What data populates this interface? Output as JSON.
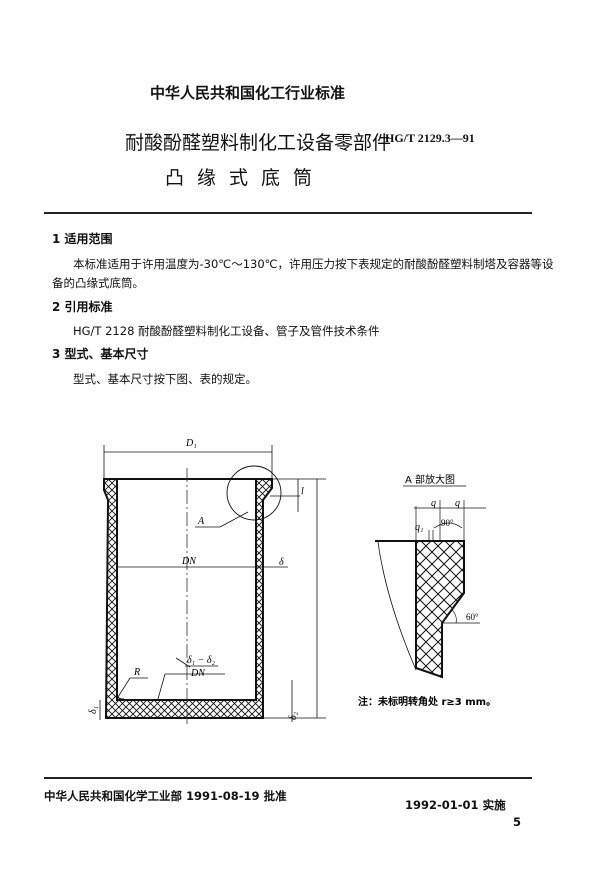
{
  "header": {
    "organization": "中华人民共和国化工行业标准",
    "title": "耐酸酚醛塑料制化工设备零部件",
    "standard_code": "HG/T 2129.3—91",
    "subtitle": "凸缘式底筒"
  },
  "sections": [
    {
      "heading": "1  适用范围",
      "lines": [
        "本标准适用于许用温度为-30℃～130℃，许用压力按下表规定的耐酸酚醛塑料制塔及容器等设",
        "备的凸缘式底筒。"
      ]
    },
    {
      "heading": "2  引用标准",
      "lines": [
        "HG/T 2128   耐酸酚醛塑料制化工设备、管子及管件技术条件"
      ]
    },
    {
      "heading": "3  型式、基本尺寸",
      "lines": [
        "型式、基本尺寸按下图、表的规定。"
      ]
    }
  ],
  "figure": {
    "labels": {
      "D1": "D₁",
      "l": "l",
      "A": "A",
      "DN": "DN",
      "delta": "δ",
      "slope_num": "δ₁ − δ₂",
      "slope_den": "DN",
      "R": "R",
      "delta1": "δ₁",
      "delta2": "δ₂"
    },
    "detail": {
      "title": "A 部放大图",
      "q_left": "q",
      "q_right": "q",
      "q1": "q₁",
      "angle_top": "90°",
      "angle_side": "60°",
      "note": "注：未标明转角处 r≥3 mm。"
    }
  },
  "footer": {
    "approval": "中华人民共和国化学工业部 1991-08-19 批准",
    "effective": "1992-01-01 实施",
    "page_number": "5"
  }
}
